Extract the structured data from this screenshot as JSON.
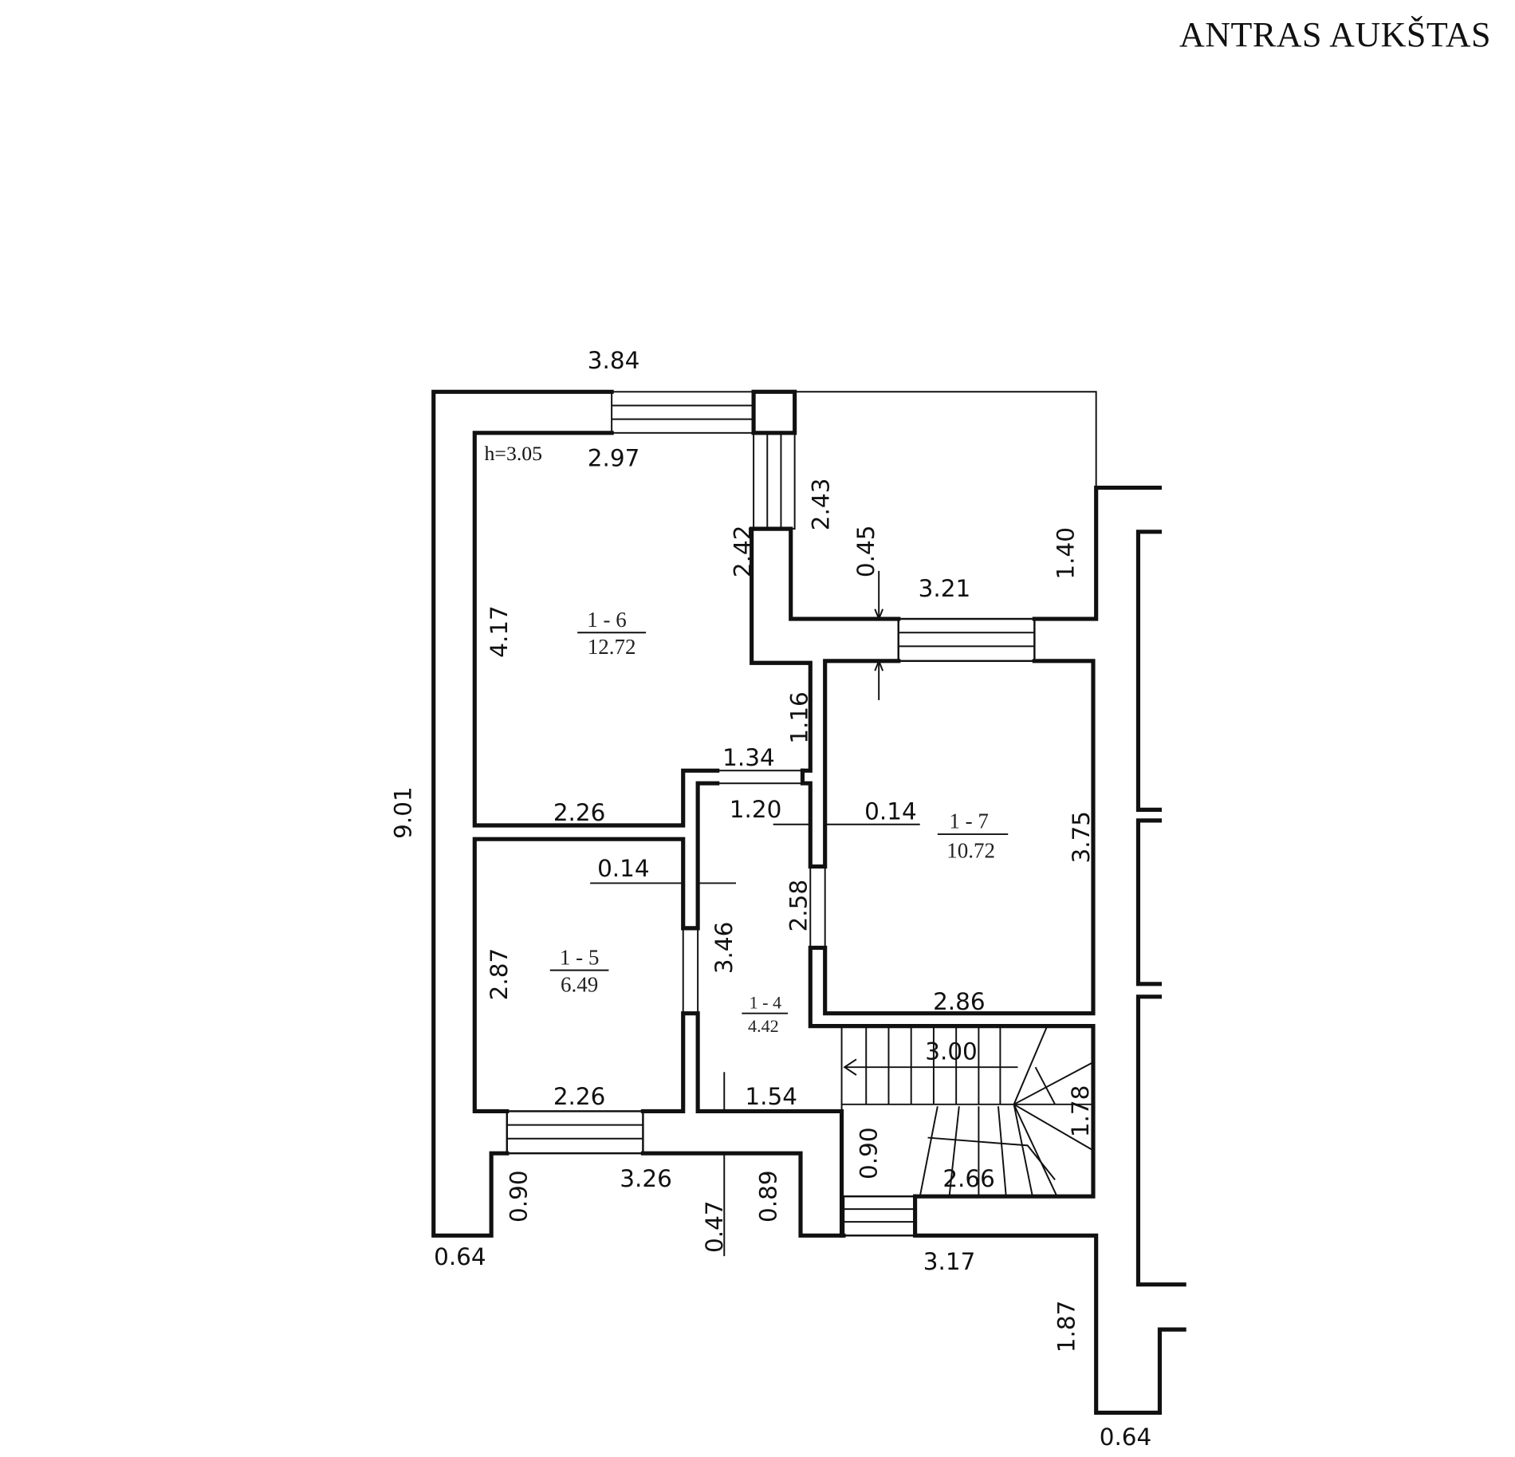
{
  "title": "ANTRAS AUKŠTAS",
  "ceiling_height": "h=3.05",
  "rooms": [
    {
      "id": "1 - 6",
      "area": "12.72"
    },
    {
      "id": "1 - 7",
      "area": "10.72"
    },
    {
      "id": "1 - 5",
      "area": "6.49"
    },
    {
      "id": "1 - 4",
      "area": "4.42"
    }
  ],
  "dimensions": [
    "3.84",
    "2.97",
    "2.42",
    "2.43",
    "0.45",
    "3.21",
    "1.40",
    "4.17",
    "1.16",
    "1.34",
    "1.20",
    "0.14",
    "2.26",
    "9.01",
    "3.75",
    "0.14",
    "2.58",
    "2.87",
    "3.46",
    "2.86",
    "3.00",
    "1.78",
    "2.26",
    "1.54",
    "0.90",
    "2.66",
    "3.26",
    "0.90",
    "0.47",
    "0.89",
    "0.64",
    "3.17",
    "1.87",
    "0.64"
  ]
}
